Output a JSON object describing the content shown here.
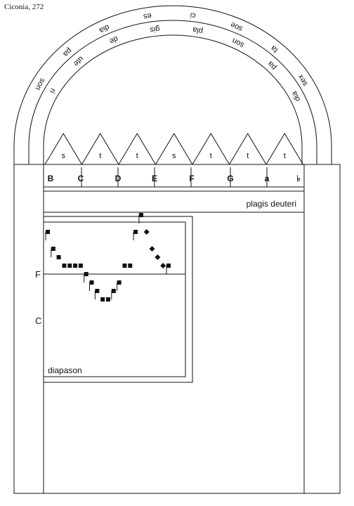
{
  "caption": "Ciconia, 272",
  "arch_outer_text": [
    "sex",
    "ta",
    "soe",
    "ci",
    "es",
    "dia",
    "pa",
    "son"
  ],
  "arch_inner_text": [
    "dia",
    "pa",
    "son",
    "pla",
    "gis",
    "de",
    "ute",
    "ri"
  ],
  "triangle_labels": [
    "s",
    "t",
    "t",
    "s",
    "t",
    "t",
    "t"
  ],
  "scale_letters": [
    "B",
    "C",
    "D",
    "E",
    "F",
    "G",
    "a",
    "♭"
  ],
  "region_label": "plagis deuteri",
  "box_label": "diapason",
  "clef_labels": [
    "F",
    "C"
  ],
  "notes": [
    {
      "shape": "virga",
      "step": 5
    },
    {
      "shape": "virga",
      "step": 3
    },
    {
      "shape": "punctum",
      "step": 2
    },
    {
      "shape": "punctum",
      "step": 1
    },
    {
      "shape": "punctum",
      "step": 1
    },
    {
      "shape": "punctum",
      "step": 1
    },
    {
      "shape": "punctum",
      "step": 1
    },
    {
      "shape": "virga",
      "step": 0
    },
    {
      "shape": "virga",
      "step": -1
    },
    {
      "shape": "virga",
      "step": -2
    },
    {
      "shape": "punctum",
      "step": -3
    },
    {
      "shape": "punctum",
      "step": -3
    },
    {
      "shape": "virga",
      "step": -2
    },
    {
      "shape": "virga",
      "step": -1
    },
    {
      "shape": "punctum",
      "step": 1
    },
    {
      "shape": "punctum",
      "step": 1
    },
    {
      "shape": "virga",
      "step": 5
    },
    {
      "shape": "virga",
      "step": 7
    },
    {
      "shape": "rhombus",
      "step": 5
    },
    {
      "shape": "rhombus",
      "step": 3
    },
    {
      "shape": "rhombus",
      "step": 2
    },
    {
      "shape": "rhombus",
      "step": 1
    },
    {
      "shape": "virga",
      "step": 1
    }
  ]
}
